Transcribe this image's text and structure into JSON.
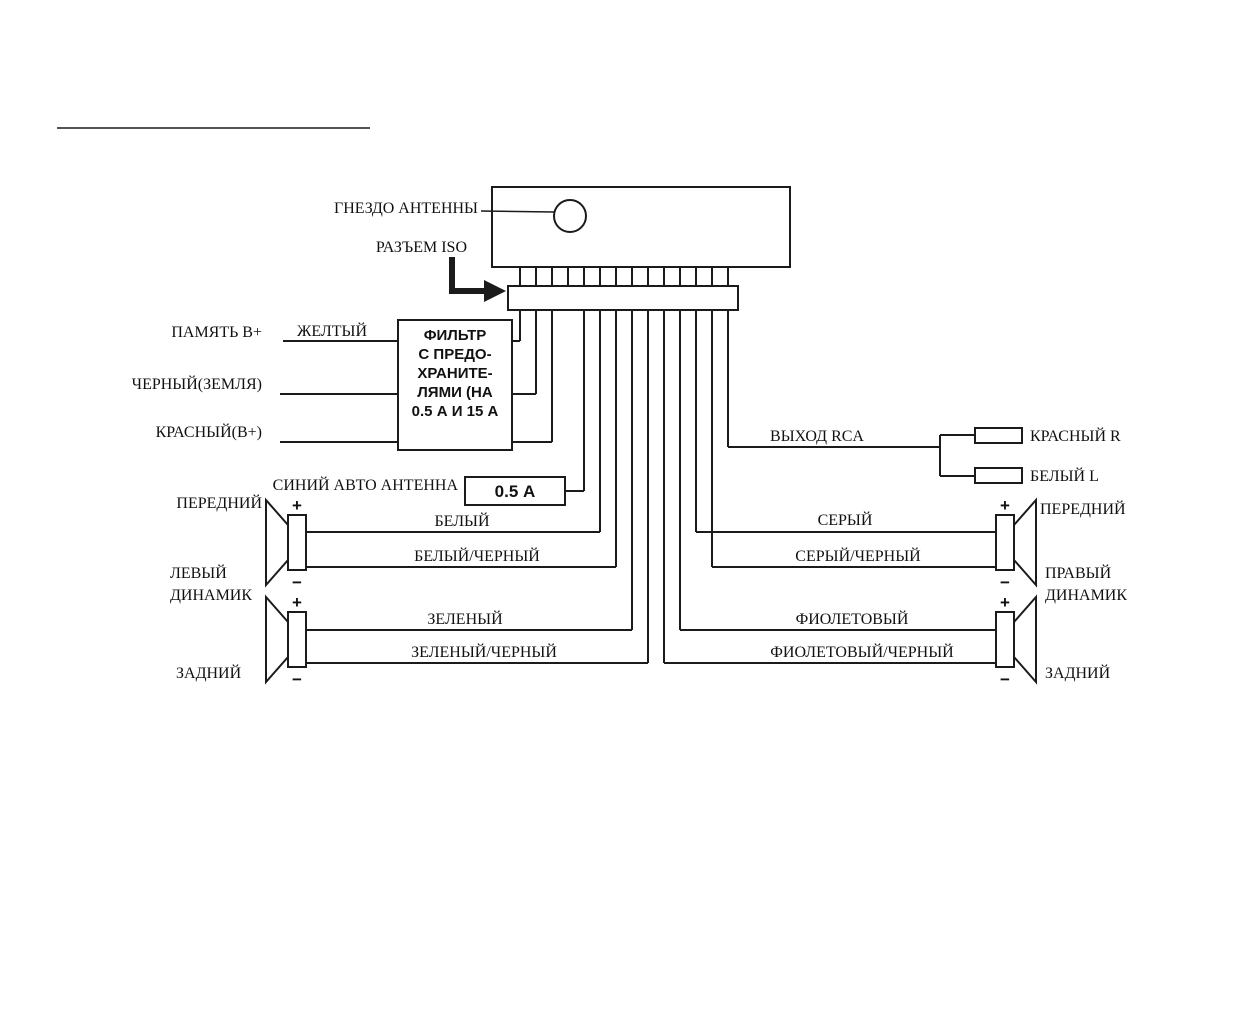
{
  "head_unit": {
    "antenna_socket_label": "ГНЕЗДО АНТЕННЫ",
    "iso_connector_label": "РАЗЪЕМ ISO"
  },
  "filter_box": {
    "lines": [
      "ФИЛЬТР",
      "С ПРЕДО-",
      "ХРАНИТЕ-",
      "ЛЯМИ (НА",
      "0.5 А И 15 А"
    ]
  },
  "power_wires": {
    "memory_label": "ПАМЯТЬ B+",
    "yellow_label": "ЖЕЛТЫЙ",
    "ground_label": "ЧЕРНЫЙ(ЗЕМЛЯ)",
    "battery_label": "КРАСНЫЙ(B+)",
    "antenna_label": "СИНИЙ АВТО АНТЕННА",
    "fuse_label": "0.5 А"
  },
  "rca": {
    "output_label": "ВЫХОД RCA",
    "red_label": "КРАСНЫЙ R",
    "white_label": "БЕЛЫЙ L"
  },
  "speaker_wires": {
    "front_left": {
      "plus": "БЕЛЫЙ",
      "minus": "БЕЛЫЙ/ЧЕРНЫЙ"
    },
    "rear_left": {
      "plus": "ЗЕЛЕНЫЙ",
      "minus": "ЗЕЛЕНЫЙ/ЧЕРНЫЙ"
    },
    "front_right": {
      "plus": "СЕРЫЙ",
      "minus": "СЕРЫЙ/ЧЕРНЫЙ"
    },
    "rear_right": {
      "plus": "ФИОЛЕТОВЫЙ",
      "minus": "ФИОЛЕТОВЫЙ/ЧЕРНЫЙ"
    }
  },
  "speakers": {
    "front_left_label": "ПЕРЕДНИЙ",
    "left_label_line1": "ЛЕВЫЙ",
    "left_label_line2": "ДИНАМИК",
    "rear_left_label": "ЗАДНИЙ",
    "front_right_label": "ПЕРЕДНИЙ",
    "right_label_line1": "ПРАВЫЙ",
    "right_label_line2": "ДИНАМИК",
    "rear_right_label": "ЗАДНИЙ",
    "plus_sign": "+",
    "minus_sign": "−"
  }
}
